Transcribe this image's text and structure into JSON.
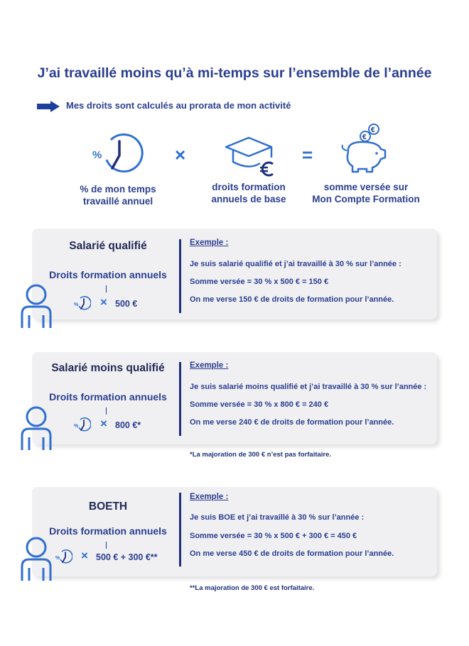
{
  "header": {
    "title": "J’ai travaillé moins qu’à mi-temps sur l’ensemble de l’année",
    "subtitle": "Mes droits sont calculés au prorata de mon activité"
  },
  "formula": {
    "part1": [
      "% de mon temps",
      "travaillé annuel"
    ],
    "part2": [
      "droits formation",
      "annuels de base"
    ],
    "result": [
      "somme versée sur",
      "Mon Compte Formation"
    ],
    "times_symbol": "×",
    "equals_symbol": "="
  },
  "cards": [
    {
      "title": "Salarié qualifié",
      "sub": "Droits formation annuels",
      "amount": "500 €",
      "example_title": "Exemple :",
      "lines": [
        "Je suis salarié qualifié et j’ai travaillé à 30 % sur l’année :",
        "Somme versée = 30 % x 500 € = 150 €",
        "On me verse 150 € de droits de formation pour l’année."
      ]
    },
    {
      "title": "Salarié moins qualifié",
      "sub": "Droits formation annuels",
      "amount": "800 €*",
      "example_title": "Exemple :",
      "lines": [
        "Je suis salarié moins qualifié et j’ai travaillé à 30 % sur l’année :",
        "Somme versée = 30 % x 800 € = 240 €",
        "On me verse 240 € de droits de formation pour l’année."
      ],
      "note": "*La majoration de 300 € n’est pas forfaitaire."
    },
    {
      "title": "BOETH",
      "sub": "Droits formation annuels",
      "amount": "500 € + 300 €**",
      "example_title": "Exemple :",
      "lines": [
        "Je suis BOE et j’ai travaillé à 30 % sur l’année :",
        "Somme versée = 30 % x 500 € + 300 € = 450 €",
        "On me verse 450 € de droits de formation pour l’année."
      ],
      "note": "**La majoration de 300 € est forfaitaire."
    }
  ],
  "colors": {
    "accent": "#2f6fd0",
    "navy": "#2a3e8f",
    "card_bg": "#f0f0f3"
  },
  "icons": [
    "arrow-right-icon",
    "clock-percent-icon",
    "graduation-cap-euro-icon",
    "piggy-bank-euro-icon",
    "person-icon"
  ]
}
